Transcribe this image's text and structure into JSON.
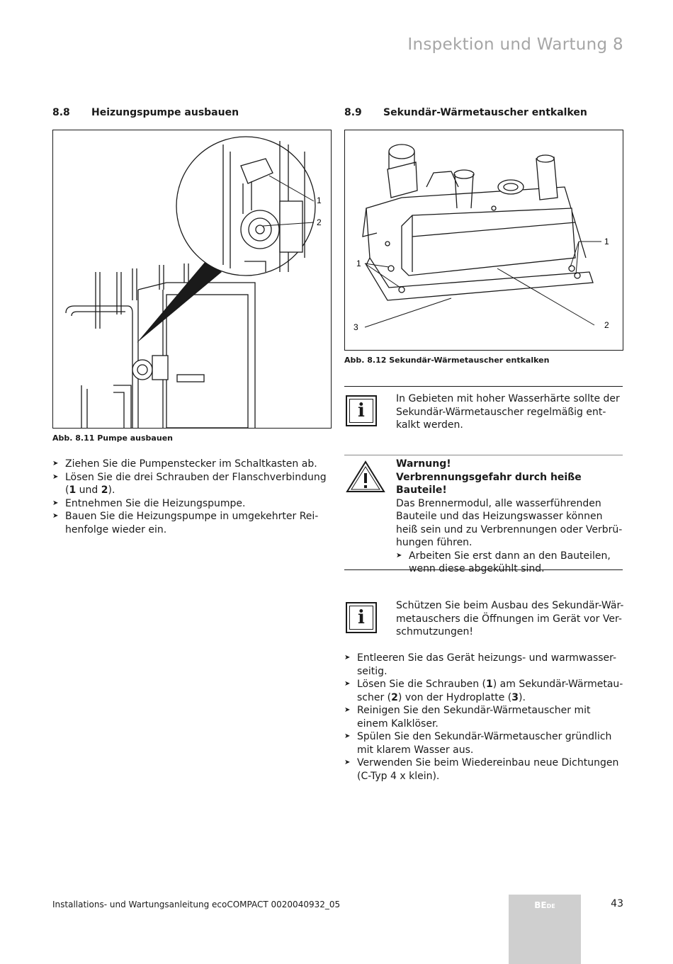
{
  "header": {
    "running_head": "Inspektion und Wartung 8"
  },
  "left": {
    "section_number": "8.8",
    "section_title": "Heizungspumpe ausbauen",
    "figure_labels": [
      "1",
      "2"
    ],
    "caption": "Abb. 8.11 Pumpe ausbauen",
    "steps": [
      {
        "text": "Ziehen Sie die Pumpenstecker im Schaltkasten ab."
      },
      {
        "pre": "Lösen Sie die drei Schrauben der Flanschverbindung (",
        "b1": "1",
        "mid": " und ",
        "b2": "2",
        "post": ")."
      },
      {
        "text": "Entnehmen Sie die Heizungspumpe."
      },
      {
        "text": "Bauen Sie die Heizungspumpe in umgekehrter Rei-henfolge wieder ein."
      }
    ]
  },
  "right": {
    "section_number": "8.9",
    "section_title": "Sekundär-Wärmetauscher entkalken",
    "figure_labels": [
      "1",
      "1",
      "2",
      "3"
    ],
    "caption": "Abb. 8.12 Sekundär-Wärmetauscher entkalken",
    "info1": {
      "icon": "info-icon",
      "text": "In Gebieten mit hoher Wasserhärte sollte der Sekundär-Wärmetauscher regelmäßig ent-kalkt werden."
    },
    "warning": {
      "icon": "warning-triangle-icon",
      "title": "Warnung!",
      "subtitle": "Verbrennungsgefahr durch heiße Bauteile!",
      "text": "Das Brennermodul, alle wasserführenden Bauteile und das Heizungswasser können heiß sein und zu Verbrennungen oder Verbrü-hungen führen.",
      "step": "Arbeiten Sie erst dann an den Bauteilen, wenn diese abgekühlt sind."
    },
    "info2": {
      "icon": "info-icon",
      "text": "Schützen Sie beim Ausbau des Sekundär-Wär-metauschers die Öffnungen im Gerät vor Ver-schmutzungen!"
    },
    "steps": [
      {
        "text": "Entleeren Sie das Gerät heizungs- und warmwasser-seitig."
      },
      {
        "pre": "Lösen Sie die Schrauben (",
        "b1": "1",
        "mid": ") am Sekundär-Wärmetau-scher (",
        "b2": "2",
        "mid2": ") von der Hydroplatte (",
        "b3": "3",
        "post": ")."
      },
      {
        "text": "Reinigen Sie den Sekundär-Wärmetauscher mit einem Kalklöser."
      },
      {
        "text": "Spülen Sie den Sekundär-Wärmetauscher gründlich mit klarem Wasser aus."
      },
      {
        "text": "Verwenden Sie beim Wiedereinbau neue Dichtungen (C-Typ 4 x klein)."
      }
    ]
  },
  "footer": {
    "doc_title": "Installations- und Wartungsanleitung ecoCOMPACT 0020040932_05",
    "lang_main": "BE",
    "lang_sub": "DE",
    "page_number": "43"
  }
}
